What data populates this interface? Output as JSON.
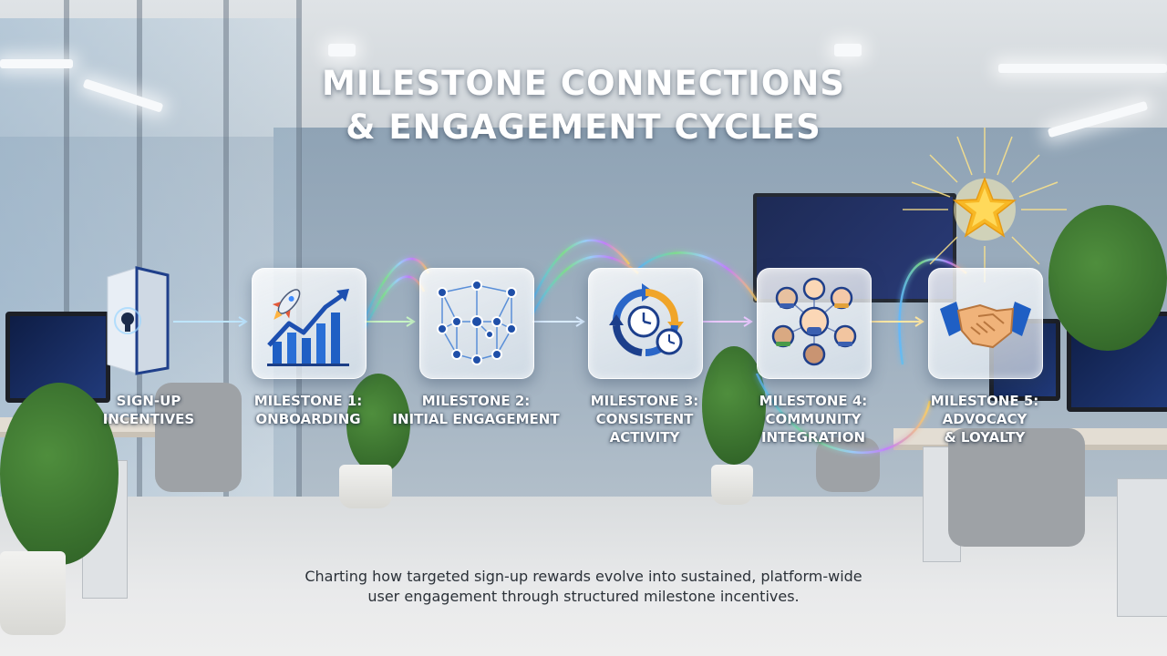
{
  "title": {
    "line1": "MILESTONE CONNECTIONS",
    "line2": "& ENGAGEMENT CYCLES"
  },
  "milestones": [
    {
      "icon": "keyhole-door-icon",
      "lines": [
        "SIGN-UP",
        "INCENTIVES"
      ]
    },
    {
      "icon": "rocket-growth-chart-icon",
      "lines": [
        "MILESTONE 1:",
        "ONBOARDING"
      ]
    },
    {
      "icon": "network-nodes-icon",
      "lines": [
        "MILESTONE 2:",
        "INITIAL ENGAGEMENT"
      ]
    },
    {
      "icon": "cycle-clock-icon",
      "lines": [
        "MILESTONE 3:",
        "CONSISTENT",
        "ACTIVITY"
      ]
    },
    {
      "icon": "community-people-icon",
      "lines": [
        "MILESTONE 4:",
        "COMMUNITY",
        "INTEGRATION"
      ]
    },
    {
      "icon": "handshake-icon",
      "lines": [
        "MILESTONE 5:",
        "ADVOCACY",
        "& LOYALTY"
      ]
    }
  ],
  "caption": {
    "line1": "Charting how targeted sign-up rewards evolve into sustained, platform-wide",
    "line2": "user engagement through structured milestone incentives."
  },
  "colors": {
    "flow_blue": "#5fb8ff",
    "flow_green": "#7ee08a",
    "flow_purple": "#c57bff",
    "flow_gold": "#ffd25a",
    "card_blue": "#1f5fc4"
  },
  "decorations": [
    "gold-star-icon"
  ]
}
